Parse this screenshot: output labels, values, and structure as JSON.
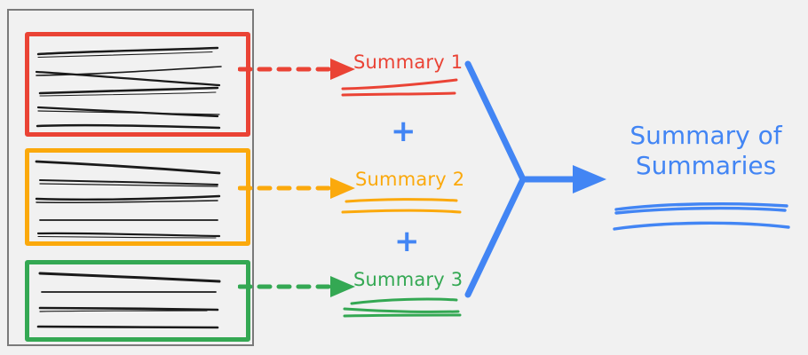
{
  "background_color": "#f1f1f1",
  "palette": {
    "red": "#ea4335",
    "orange": "#fba90c",
    "green": "#34a853",
    "blue": "#4285f4",
    "container_border": "#7a7a7a",
    "document_text": "#1a1a1a"
  },
  "document_container": {
    "name": "source-documents",
    "boxes": [
      {
        "id": "doc-1",
        "color": "#ea4335",
        "text_line_count": 5
      },
      {
        "id": "doc-2",
        "color": "#fba90c",
        "text_line_count": 5
      },
      {
        "id": "doc-3",
        "color": "#34a853",
        "text_line_count": 4
      }
    ]
  },
  "arrows": [
    {
      "id": "arrow-1",
      "style": "dashed",
      "color": "#ea4335"
    },
    {
      "id": "arrow-2",
      "style": "dashed",
      "color": "#fba90c"
    },
    {
      "id": "arrow-3",
      "style": "dashed",
      "color": "#34a853"
    },
    {
      "id": "merge-arrow",
      "style": "solid",
      "color": "#4285f4"
    }
  ],
  "summaries": [
    {
      "label": "Summary 1",
      "color": "#ea4335",
      "underline_count": 2
    },
    {
      "label": "Summary 2",
      "color": "#fba90c",
      "underline_count": 2
    },
    {
      "label": "Summary 3",
      "color": "#34a853",
      "underline_count": 2
    }
  ],
  "operators": [
    {
      "symbol": "+",
      "color": "#4285f4"
    },
    {
      "symbol": "+",
      "color": "#4285f4"
    }
  ],
  "final": {
    "title_line_1": "Summary of",
    "title_line_2": "Summaries",
    "color": "#4285f4",
    "underline_count": 2
  }
}
